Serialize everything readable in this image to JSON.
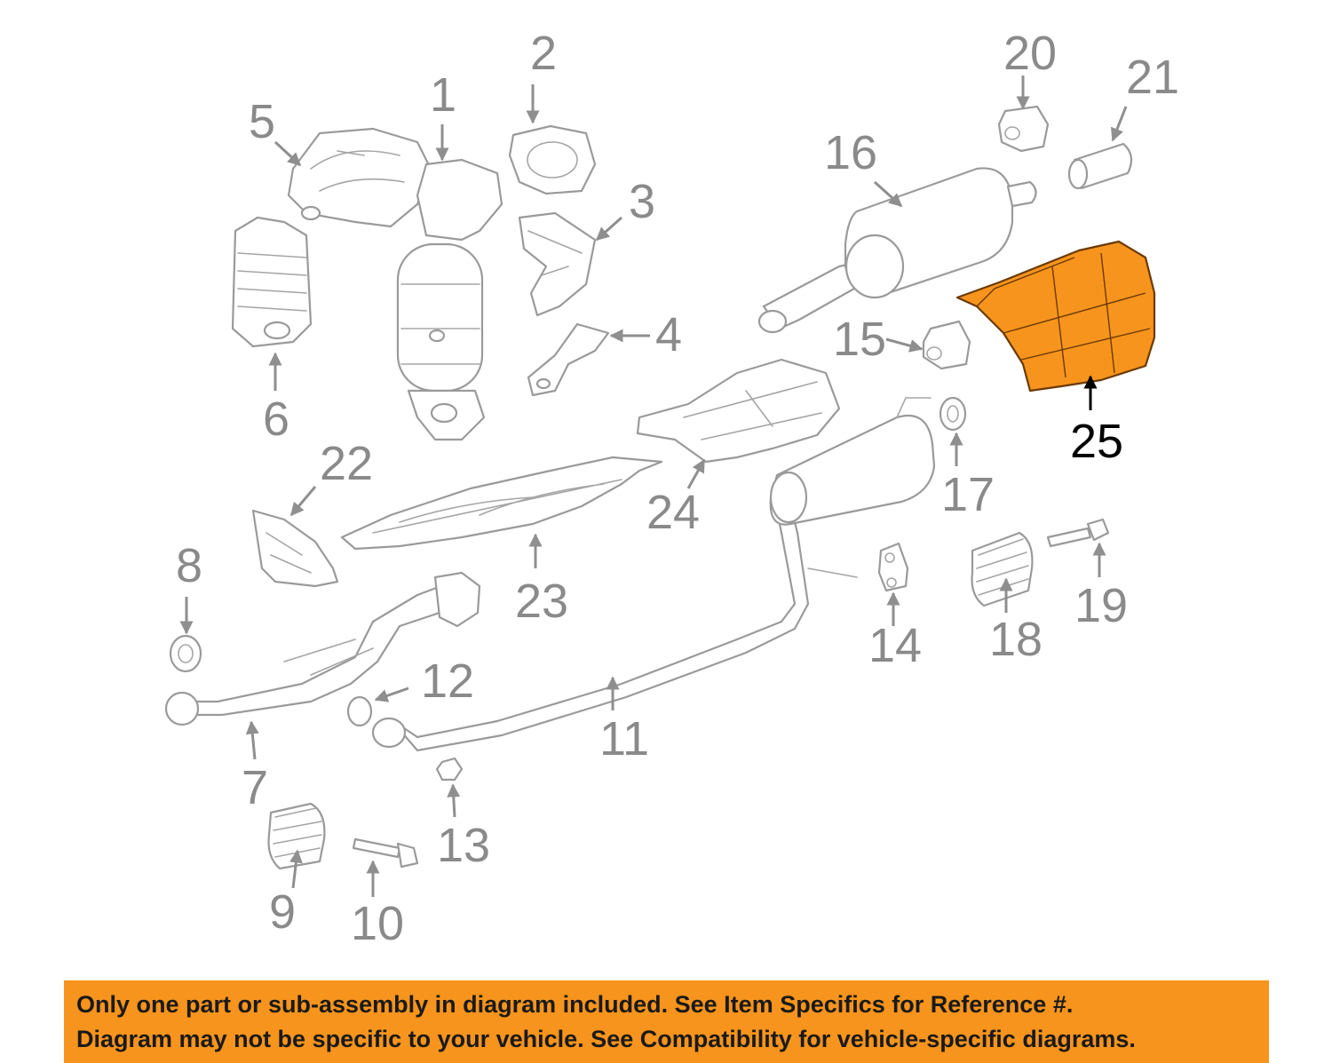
{
  "diagram": {
    "highlight_color": "#f7941d",
    "highlighted_part": "25",
    "callouts": [
      "1",
      "2",
      "3",
      "4",
      "5",
      "6",
      "7",
      "8",
      "9",
      "10",
      "11",
      "12",
      "13",
      "14",
      "15",
      "16",
      "17",
      "18",
      "19",
      "20",
      "21",
      "22",
      "23",
      "24",
      "25"
    ]
  },
  "banner": {
    "background": "#f7941d",
    "line1": "Only one part or sub-assembly in diagram included. See Item Specifics for Reference #.",
    "line2": "Diagram may not be specific to your vehicle. See Compatibility for vehicle-specific diagrams."
  }
}
